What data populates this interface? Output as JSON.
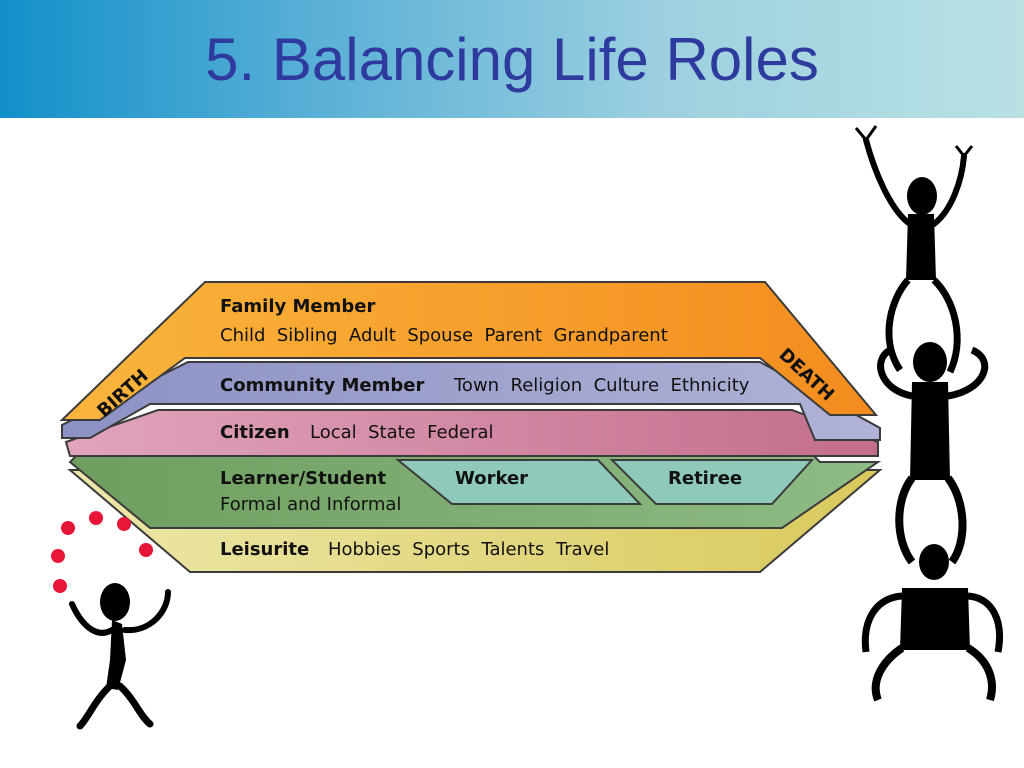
{
  "title": "5. Balancing Life Roles",
  "edge_labels": {
    "left": "BIRTH",
    "right": "DEATH"
  },
  "roles": [
    {
      "name": "Family Member",
      "items": "Child  Sibling  Adult  Spouse  Parent  Grandparent",
      "color": "#f7a12a"
    },
    {
      "name": "Community Member",
      "items": "Town  Religion  Culture  Ethnicity",
      "color": "#9fa3cc"
    },
    {
      "name": "Citizen",
      "items": "Local  State  Federal",
      "color": "#c97e9c"
    },
    {
      "name": "Learner/Student",
      "items": "Formal and Informal",
      "color": "#7fae7a"
    },
    {
      "name": "Leisurite",
      "items": "Hobbies  Sports  Talents  Travel",
      "color": "#e3d77c"
    }
  ],
  "sub_roles": [
    {
      "name": "Worker",
      "color": "#8ec9bc"
    },
    {
      "name": "Retiree",
      "color": "#8ec9bc"
    }
  ],
  "colors": {
    "header_text": "#2e3a9e",
    "juggle_balls": "#e8173a",
    "figures": "#000000"
  },
  "icons": [
    "juggler-figure-icon",
    "stacked-acrobats-icon"
  ]
}
